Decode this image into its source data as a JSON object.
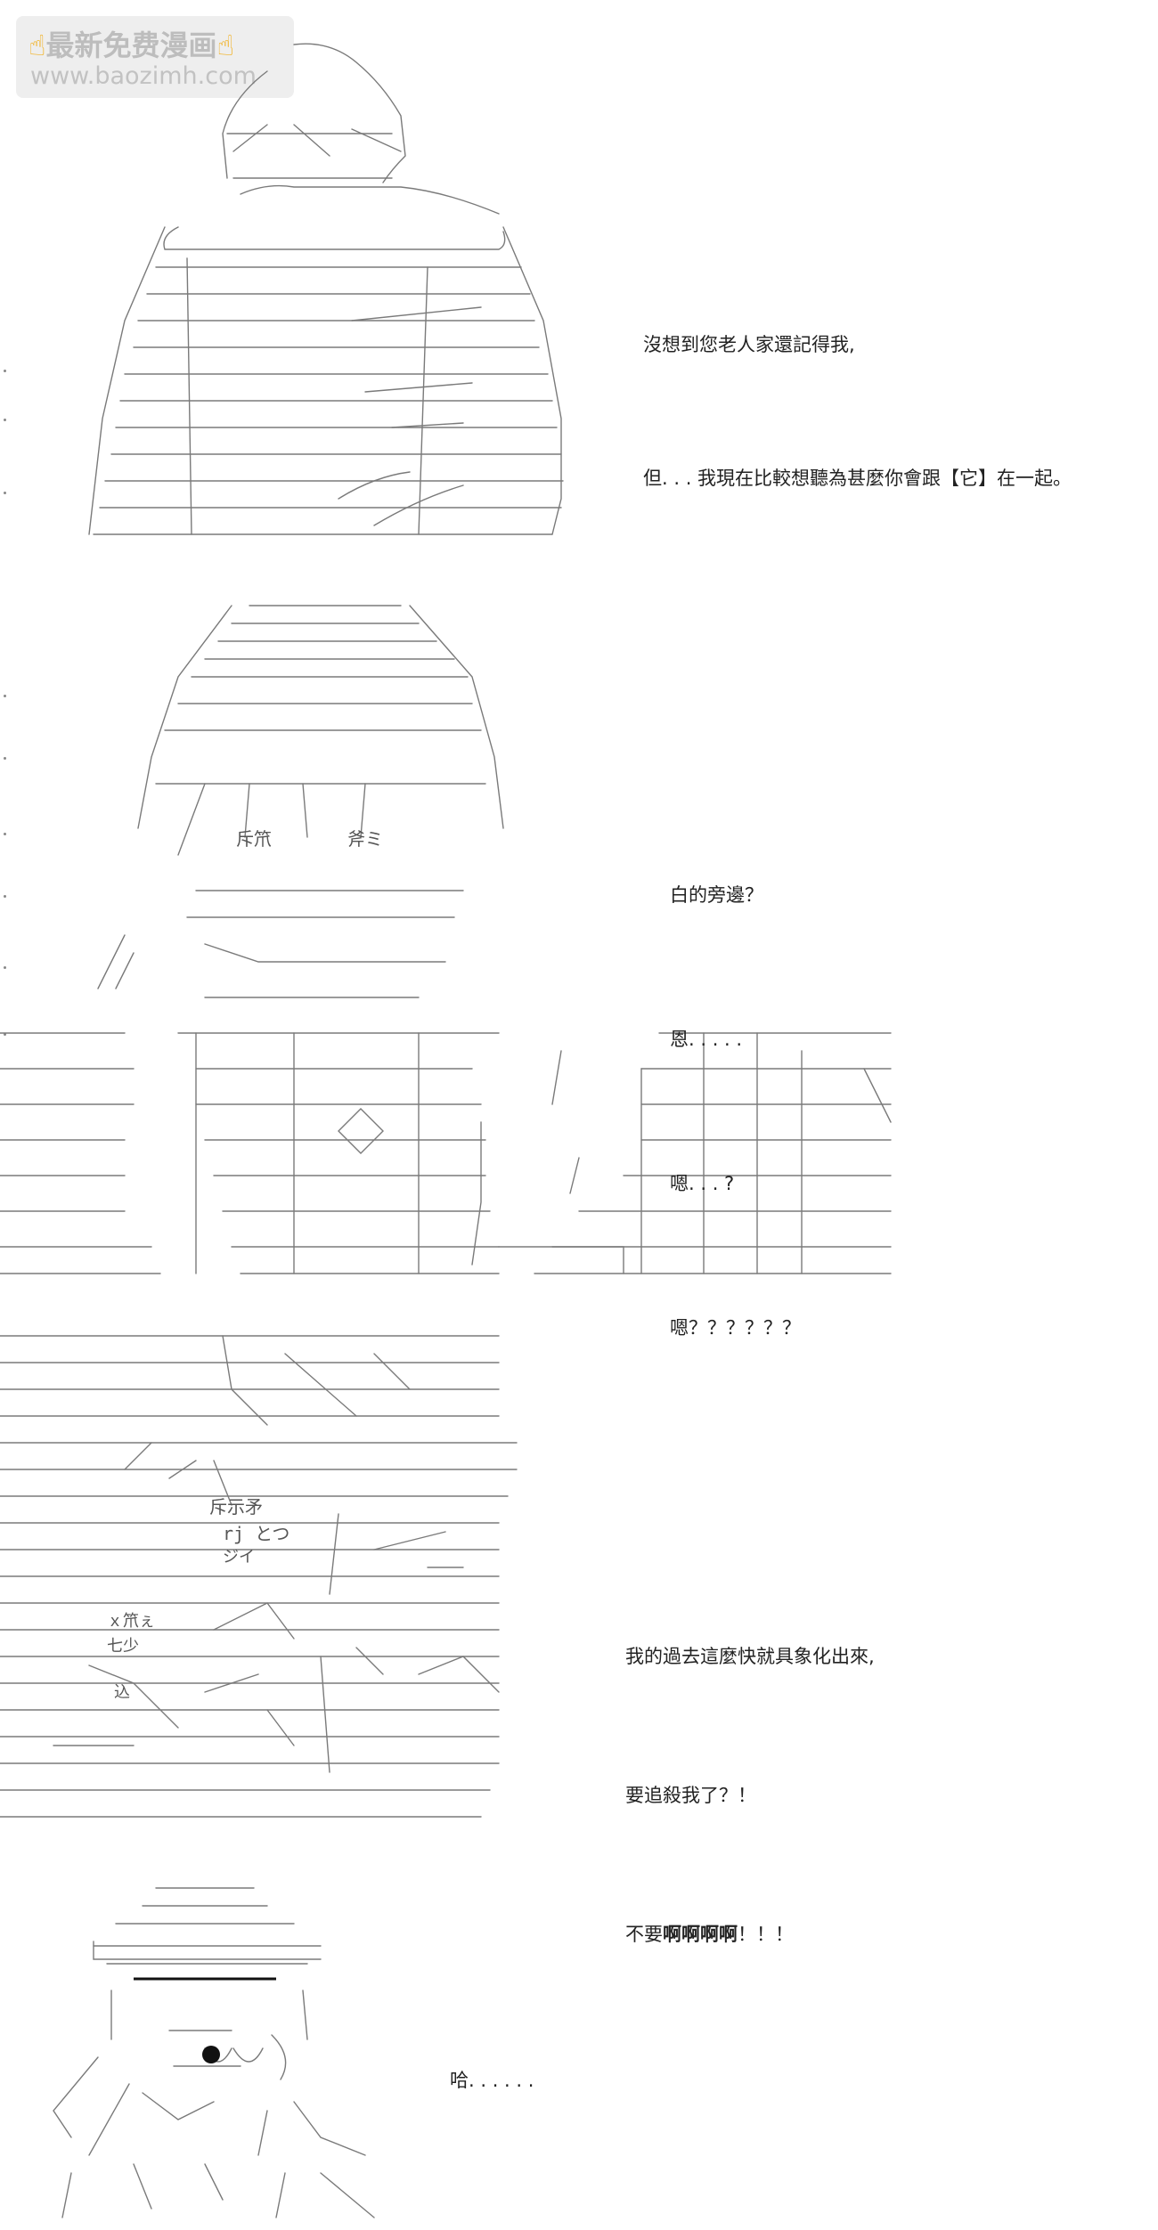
{
  "watermark": {
    "line1": "最新免费漫画",
    "line2": "www.baozimh.com",
    "hand_icon": "pointing-hand-icon"
  },
  "panels": [
    {
      "dialogue": [
        "沒想到您老人家還記得我,",
        "但. . . 我現在比較想聽為甚麼你會跟【它】在一起。"
      ]
    },
    {
      "dialogue": [
        "白的旁邊？",
        "恩. . . . .",
        "嗯. . . ?",
        "嗯？？？？？？"
      ],
      "art_text": [
        "斥笊",
        "斧ミ"
      ]
    },
    {
      "dialogue": [
        "我的過去這麼快就具象化出來,",
        "要追殺我了？！",
        "不要啊啊啊啊！！！"
      ],
      "dialogue_emphasis": "啊啊啊啊",
      "art_text": [
        "斥示矛",
        "rj とつ",
        "ジイ",
        "ｘ笊ぇ",
        "七少",
        "込"
      ]
    },
    {
      "dialogue": [
        "哈. . . . . ."
      ]
    }
  ]
}
